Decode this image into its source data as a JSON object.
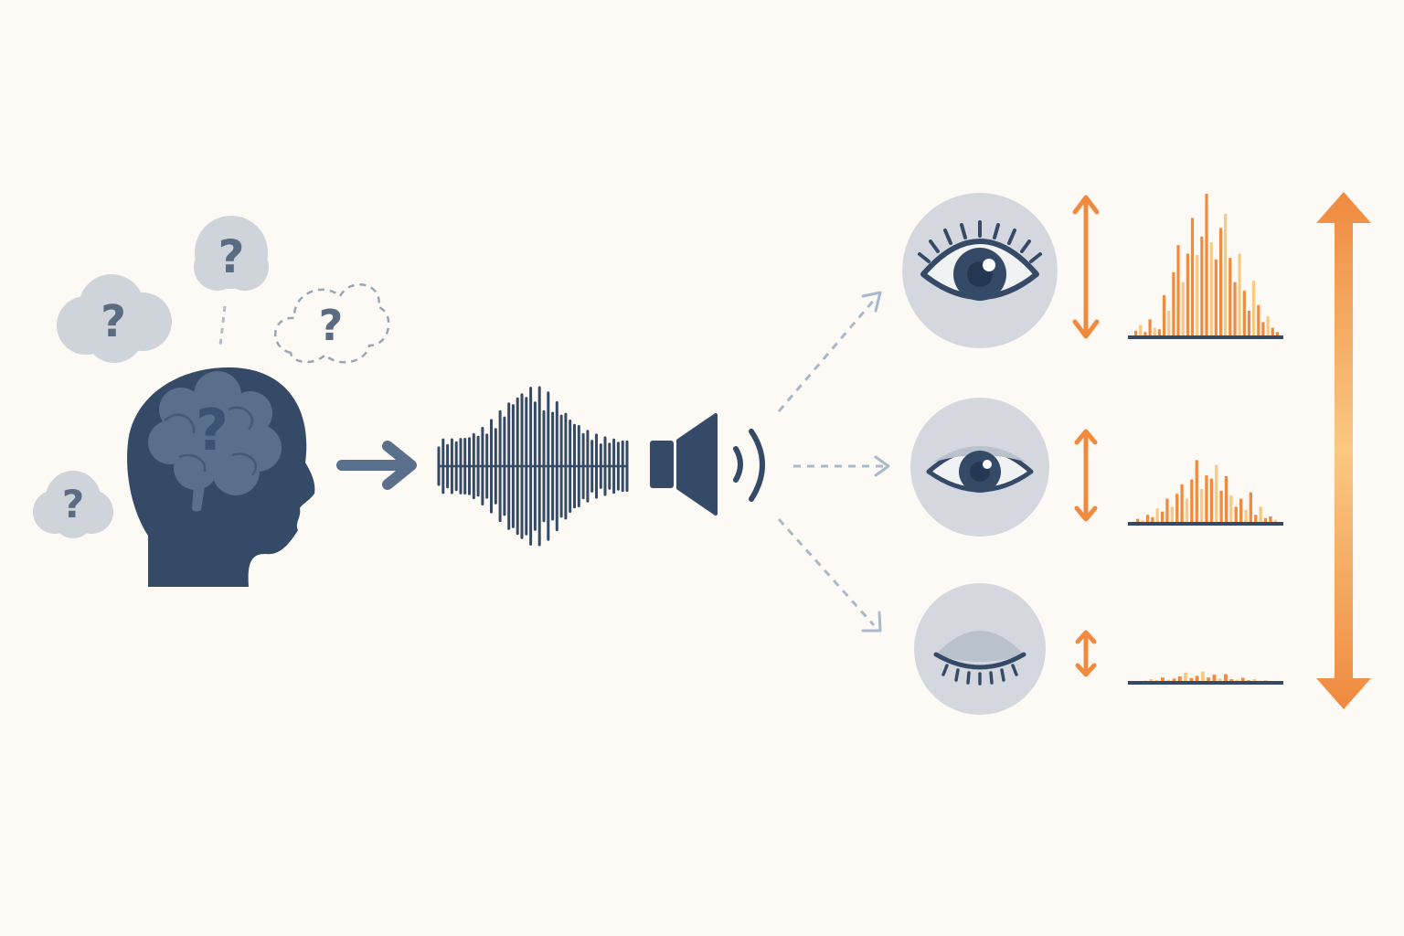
{
  "colors": {
    "background": "#fdfaf6",
    "navy": "#344a66",
    "cloud": "#cfd3da",
    "eye_disc": "#d4d8de",
    "dashed_arrow": "#a9b9cc",
    "orange": "#ef8a3f",
    "orange_light": "#fbc882"
  },
  "icons": {
    "head": "head-with-brain-icon",
    "waveform": "sound-waveform-icon",
    "speaker": "speaker-icon",
    "eye_open": "eye-wide-open-icon",
    "eye_half": "eye-half-open-icon",
    "eye_closed": "eye-closed-icon"
  },
  "clouds": {
    "q1": "?",
    "q2": "?",
    "q3": "?",
    "q4": "?",
    "brain_q": "?"
  },
  "chart_data": [
    {
      "type": "bar",
      "values": [
        0.04,
        0.08,
        0.03,
        0.12,
        0.06,
        0.05,
        0.29,
        0.18,
        0.45,
        0.64,
        0.38,
        0.58,
        0.83,
        0.57,
        0.7,
        1.0,
        0.66,
        0.54,
        0.76,
        0.86,
        0.55,
        0.38,
        0.58,
        0.32,
        0.18,
        0.39,
        0.22,
        0.1,
        0.14,
        0.06,
        0.03
      ],
      "ylim": [
        0,
        1
      ]
    },
    {
      "type": "bar",
      "values": [
        0.05,
        0.03,
        0.1,
        0.07,
        0.18,
        0.14,
        0.3,
        0.2,
        0.36,
        0.48,
        0.3,
        0.54,
        0.78,
        0.42,
        0.59,
        0.55,
        0.72,
        0.4,
        0.58,
        0.34,
        0.2,
        0.3,
        0.16,
        0.38,
        0.1,
        0.2,
        0.06,
        0.08,
        0.04
      ],
      "ylim": [
        0,
        1
      ]
    },
    {
      "type": "bar",
      "values": [
        0.04,
        0.1,
        0.05,
        0.16,
        0.08,
        0.12,
        0.2,
        0.34,
        0.14,
        0.22,
        0.38,
        0.16,
        0.26,
        0.12,
        0.28,
        0.1,
        0.08,
        0.15,
        0.06,
        0.1,
        0.04,
        0.05
      ],
      "ylim": [
        0,
        1
      ]
    }
  ]
}
